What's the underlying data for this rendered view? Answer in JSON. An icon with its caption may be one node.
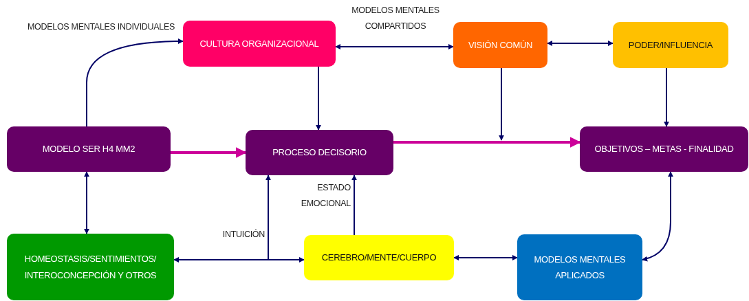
{
  "diagram": {
    "nodes": [
      {
        "text": [
          "CULTURA ORGANIZACIONAL"
        ]
      },
      {
        "text": [
          "VISIÓN COMÚN"
        ]
      },
      {
        "text": [
          "PODER/INFLUENCIA"
        ]
      },
      {
        "text": [
          "MODELO SER H4 MM2"
        ]
      },
      {
        "text": [
          "PROCESO DECISORIO"
        ]
      },
      {
        "text": [
          "OBJETIVOS – METAS - FINALIDAD"
        ]
      },
      {
        "text": [
          "HOMEOSTASIS/SENTIMIENTOS/ INTEROCONCEPCIÓN Y OTROS"
        ]
      },
      {
        "text": [
          "CEREBRO/MENTE/CUERPO"
        ]
      },
      {
        "text": [
          "MODELOS MENTALES APLICADOS"
        ]
      }
    ],
    "edges": [
      {
        "from": 3,
        "to": 0,
        "arrow": "to",
        "label": "MODELOS MENTALES INDIVIDUALES"
      },
      {
        "from": 0,
        "to": 1,
        "arrow": "both",
        "label": "MODELOS MENTALES COMPARTIDOS"
      },
      {
        "from": 1,
        "to": 2,
        "arrow": "both"
      },
      {
        "from": 0,
        "to": 4,
        "arrow": "to"
      },
      {
        "from": 3,
        "to": 4,
        "arrow": "to",
        "style": "thick",
        "color": "#cc0099"
      },
      {
        "from": 4,
        "to": 5,
        "arrow": "to",
        "style": "thick",
        "color": "#cc0099"
      },
      {
        "from": 1,
        "to": null,
        "arrow": "to"
      },
      {
        "from": 2,
        "to": 5,
        "arrow": "to"
      },
      {
        "from": 3,
        "to": 6,
        "arrow": "both"
      },
      {
        "from": 6,
        "to": 7,
        "arrow": "both"
      },
      {
        "from": null,
        "to": 4,
        "arrow": "to",
        "label": "INTUICIÓN"
      },
      {
        "from": 7,
        "to": 4,
        "arrow": "to",
        "label": "ESTADO EMOCIONAL"
      },
      {
        "from": 7,
        "to": 8,
        "arrow": "both"
      },
      {
        "from": 8,
        "to": 5,
        "arrow": "both"
      }
    ]
  }
}
